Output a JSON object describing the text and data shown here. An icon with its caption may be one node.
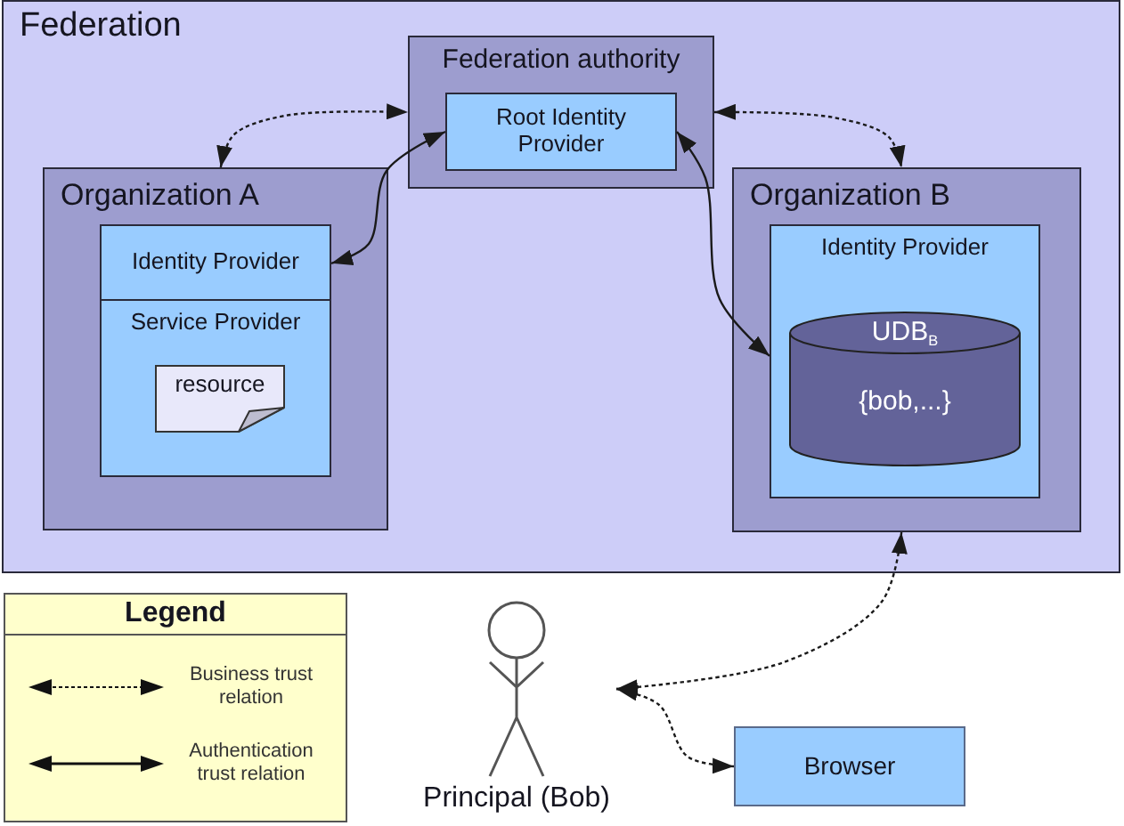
{
  "diagram": {
    "nodes": [
      {
        "text": [
          "Federation"
        ]
      },
      {
        "text": [
          "Federation authority"
        ],
        "in": 0
      },
      {
        "text": [
          "Root Identity Provider"
        ],
        "in": 1
      },
      {
        "text": [
          "Organization A"
        ],
        "in": 0
      },
      {
        "text": [
          "Identity Provider"
        ],
        "in": 3
      },
      {
        "text": [
          "Service Provider"
        ],
        "in": 3
      },
      {
        "text": [
          "resource"
        ],
        "in": 5
      },
      {
        "text": [
          "Organization B"
        ],
        "in": 0
      },
      {
        "text": [
          "Identity Provider"
        ],
        "in": 7
      },
      {
        "text": [
          "UDB$_{B}$",
          "{bob,...}"
        ],
        "in": 8
      },
      {
        "text": [
          "Principal (Bob)"
        ]
      },
      {
        "text": [
          "Browser"
        ]
      }
    ],
    "edges": [
      {
        "from": 3,
        "to": 1,
        "arrow": "both",
        "style": "dashed"
      },
      {
        "from": 4,
        "to": 2,
        "arrow": "both"
      },
      {
        "from": 1,
        "to": 7,
        "arrow": "both",
        "style": "dashed"
      },
      {
        "from": 2,
        "to": 8,
        "arrow": "both"
      },
      {
        "from": 10,
        "to": 7,
        "arrow": "both",
        "style": "dashed"
      },
      {
        "from": 10,
        "to": 11,
        "arrow": "both",
        "style": "dashed"
      }
    ],
    "labels": [
      "Legend"
    ],
    "legend": [
      {
        "text": "Business trust relation"
      },
      {
        "text": "Authentication trust relation"
      }
    ]
  }
}
